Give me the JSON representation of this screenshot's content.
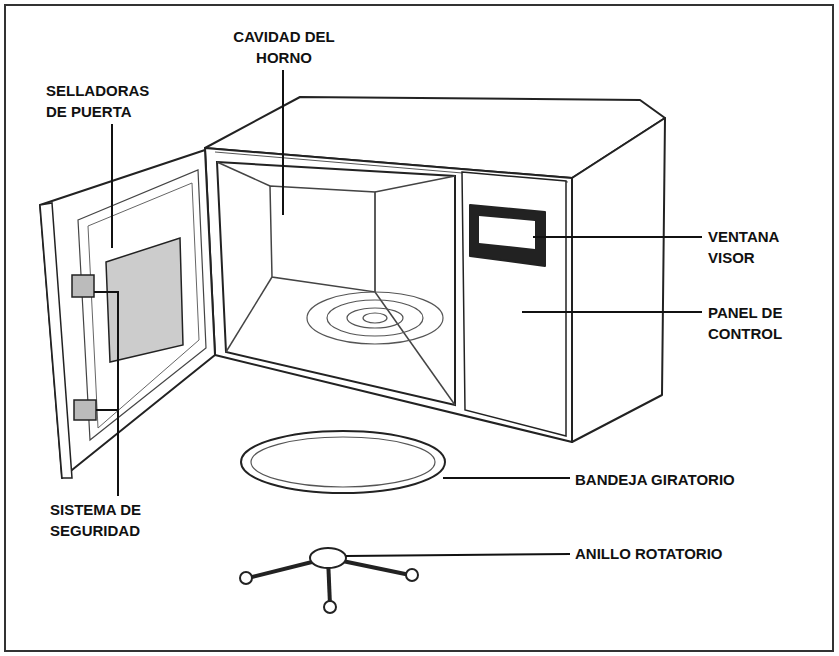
{
  "diagram": {
    "labels": [
      "CAVIDAD DEL HORNO",
      "SELLADORAS DE PUERTA",
      "VENTANA VISOR",
      "PANEL DE CONTROL",
      "BANDEJA GIRATORIO",
      "ANILLO ROTATORIO",
      "SISTEMA DE SEGURIDAD"
    ]
  }
}
